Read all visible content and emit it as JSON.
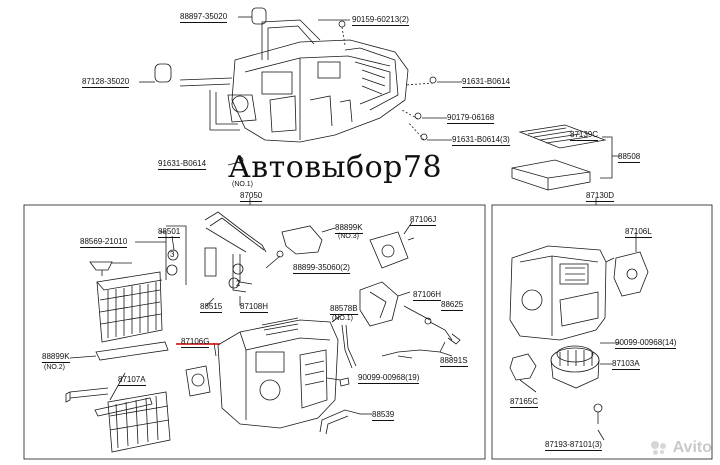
{
  "watermark": "Автовыбор78",
  "labels": {
    "p88897": "88897-35020",
    "p90159": "90159-60213(2)",
    "p87128": "87128-35020",
    "p91631a": "91631-B0614",
    "p90179": "90179-06168",
    "p91631b": "91631-B0614(3)",
    "p91631c": "91631-B0614",
    "p87139c": "87139C",
    "p88508": "88508",
    "no1a": "(NO.1)",
    "p87050": "87050",
    "p87130d": "87130D",
    "p88501": "88501",
    "p88569": "88569-21010",
    "p88899k_a": "88899K",
    "no3": "(NO.3)",
    "p88899_35060": "88899-35060(2)",
    "p87106j": "87106J",
    "p87106l": "87106L",
    "p88515": "88515",
    "p87108h": "87108H",
    "p88578b": "88578B",
    "no1b": "(NO.1)",
    "p87106h": "87106H",
    "p88625": "88625",
    "p87106g": "87106G",
    "p88899k_b": "88899K",
    "no2": "(NO.2)",
    "p87107a": "87107A",
    "p90099a": "90099-00968(19)",
    "p88891s": "88891S",
    "p88539": "88539",
    "p90099b": "90099-00968(14)",
    "p87103a": "87103A",
    "p87165c": "87165C",
    "p87193": "87193-87101(3)",
    "c3": "3",
    "c2": "2"
  },
  "brand": {
    "name": "Avito"
  },
  "colors": {
    "ink": "#1a1a1a",
    "highlight": "#cc0000",
    "watermark": "#c9c9c9"
  }
}
